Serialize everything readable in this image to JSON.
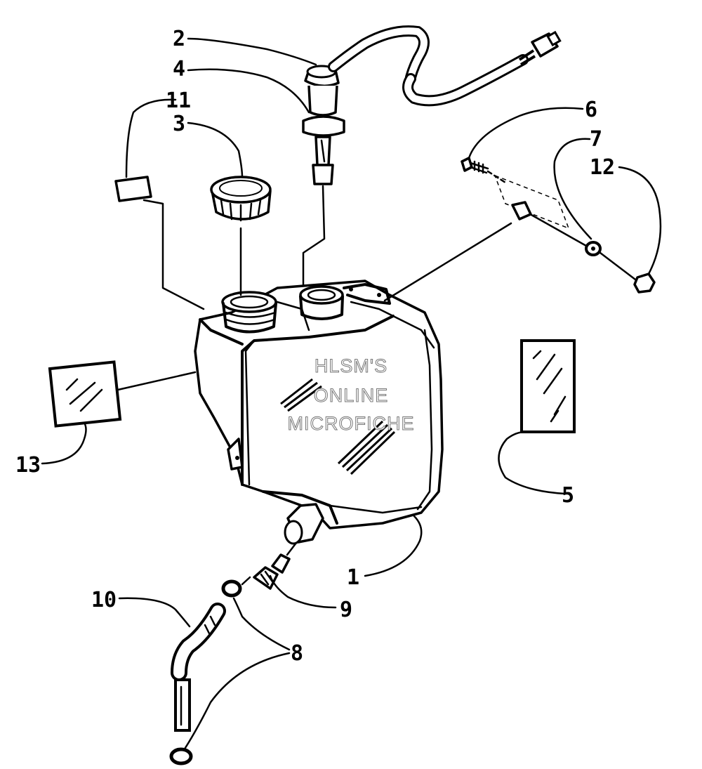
{
  "diagram": {
    "callouts": [
      {
        "id": "1",
        "text": "1"
      },
      {
        "id": "2",
        "text": "2"
      },
      {
        "id": "3",
        "text": "3"
      },
      {
        "id": "4",
        "text": "4"
      },
      {
        "id": "5",
        "text": "5"
      },
      {
        "id": "6",
        "text": "6"
      },
      {
        "id": "7",
        "text": "7"
      },
      {
        "id": "8",
        "text": "8"
      },
      {
        "id": "9",
        "text": "9"
      },
      {
        "id": "10",
        "text": "10"
      },
      {
        "id": "11",
        "text": "11"
      },
      {
        "id": "12",
        "text": "12"
      },
      {
        "id": "13",
        "text": "13"
      }
    ],
    "watermark": {
      "line1": "HLSM'S",
      "line2": "ONLINE",
      "line3": "MICROFICHE"
    }
  }
}
